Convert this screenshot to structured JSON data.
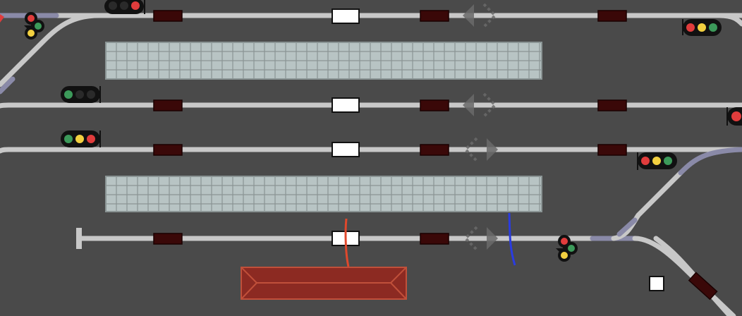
{
  "app": {
    "title": ""
  },
  "colors": {
    "background": "#4a4a4a",
    "track": "#c8c8c8",
    "track_occupied": "#8a8aa8",
    "section_marker": "#3a0808",
    "platform": "#b8c4c4",
    "platform_border": "#8a9494",
    "signal_red": "#e03c3c",
    "signal_yellow": "#f2d040",
    "signal_green": "#3c9a5a",
    "signal_off": "#2a2a2a",
    "station_building": "#8c2a22",
    "wire_red": "#e0482c",
    "wire_blue": "#2a3ce0"
  },
  "tracks": [
    {
      "name": "track-1",
      "signals": [
        "red"
      ]
    },
    {
      "name": "track-2",
      "signals": [
        "green",
        "red"
      ]
    },
    {
      "name": "track-3",
      "signals": [
        "yellow",
        "red"
      ]
    },
    {
      "name": "track-4",
      "signals": [
        "red",
        "yellow",
        "green"
      ]
    }
  ],
  "platforms": [
    {
      "name": "platform-north"
    },
    {
      "name": "platform-south"
    }
  ],
  "signals": [
    {
      "name": "signal-track1-west",
      "lamps": [
        "off",
        "off",
        "red"
      ]
    },
    {
      "name": "signal-track1-east",
      "lamps": [
        "red",
        "yellow",
        "green"
      ]
    },
    {
      "name": "signal-track2-west",
      "lamps": [
        "green",
        "off",
        "off"
      ]
    },
    {
      "name": "signal-track2-east",
      "lamps": [
        "red"
      ]
    },
    {
      "name": "signal-track3-west",
      "lamps": [
        "green",
        "yellow",
        "red"
      ]
    },
    {
      "name": "signal-track3-east",
      "lamps": [
        "red",
        "yellow",
        "green"
      ]
    },
    {
      "name": "signal-junction-west",
      "lamps": [
        "red",
        "green",
        "yellow"
      ]
    },
    {
      "name": "signal-junction-east",
      "lamps": [
        "red",
        "green",
        "yellow"
      ]
    }
  ]
}
